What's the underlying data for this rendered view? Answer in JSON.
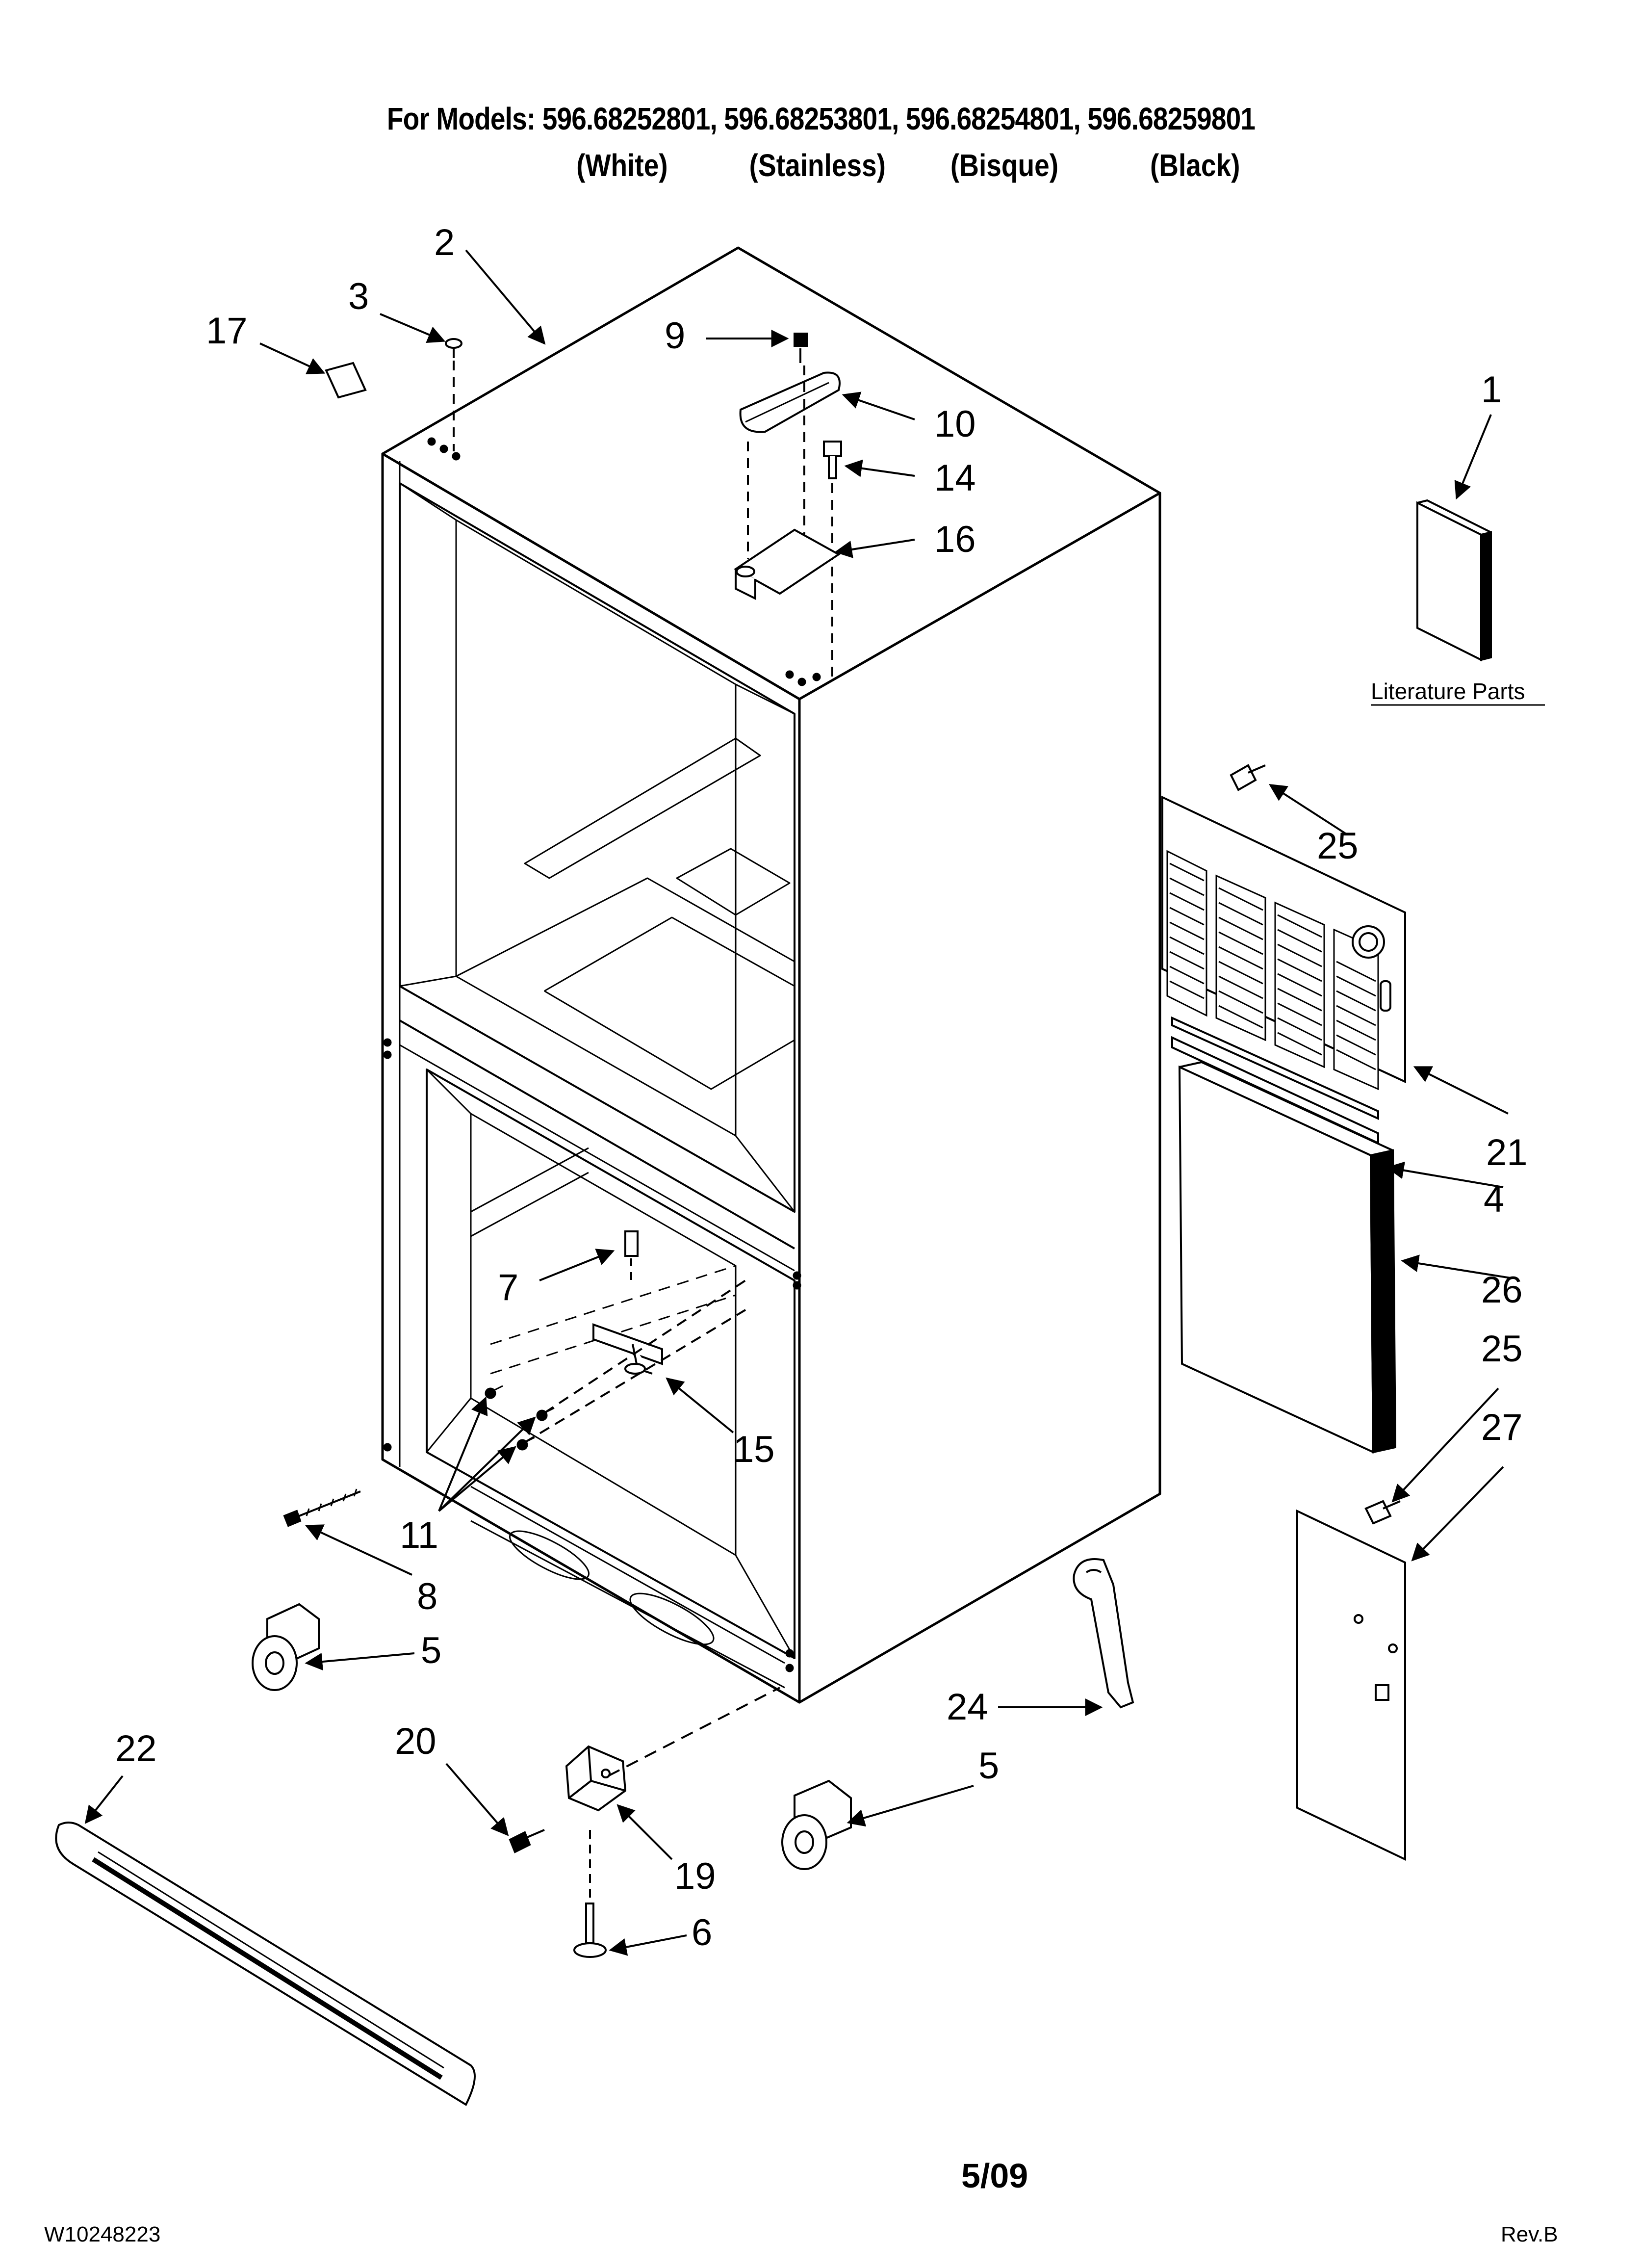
{
  "header": {
    "models_line": "For Models: 596.68252801, 596.68253801, 596.68254801, 596.68259801",
    "color_white": "(White)",
    "color_stainless": "(Stainless)",
    "color_bisque": "(Bisque)",
    "color_black": "(Black)"
  },
  "callouts": {
    "c1": "1",
    "c2": "2",
    "c3": "3",
    "c4": "4",
    "c5a": "5",
    "c5b": "5",
    "c6": "6",
    "c7": "7",
    "c8": "8",
    "c9": "9",
    "c10": "10",
    "c11": "11",
    "c14": "14",
    "c15": "15",
    "c16": "16",
    "c17": "17",
    "c19": "19",
    "c20": "20",
    "c21": "21",
    "c22": "22",
    "c24": "24",
    "c25a": "25",
    "c25b": "25",
    "c26": "26",
    "c27": "27"
  },
  "literature_label": "Literature Parts",
  "footer": {
    "doc_number": "W10248223",
    "date": "5/09",
    "revision": "Rev.B"
  }
}
